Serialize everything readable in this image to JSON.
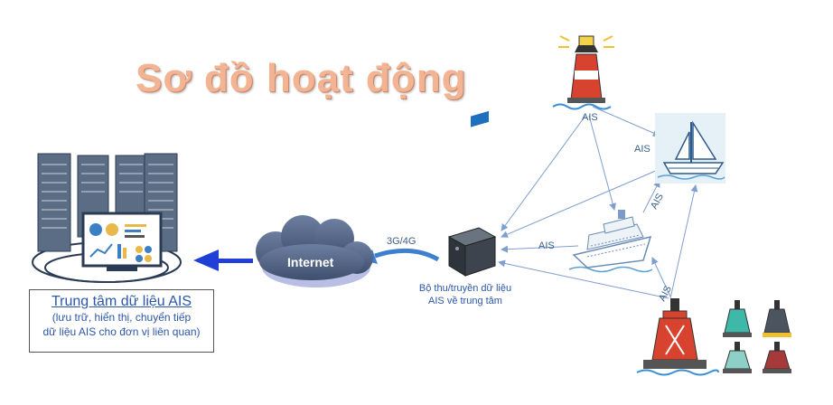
{
  "title": "Sơ đồ hoạt động",
  "data_center": {
    "title": "Trung tâm dữ liệu AIS",
    "desc_line1": "(lưu trữ, hiển thị, chuyển tiếp",
    "desc_line2": "dữ liệu AIS cho đơn vị liên quan)"
  },
  "internet_label": "Internet",
  "network_label": "3G/4G",
  "device_caption": {
    "line1": "Bộ thu/truyền dữ liệu",
    "line2": "AIS về trung tâm"
  },
  "ais_labels": [
    "AIS",
    "AIS",
    "AIS",
    "AIS",
    "AIS"
  ],
  "colors": {
    "title": "#f2b493",
    "arrow_blue": "#1f3fd6",
    "link_lines": "#7f9fd0",
    "text_blue": "#2c56a8",
    "buoy_red": "#d8432f",
    "buoy_teal": "#3fb7a9",
    "buoy_dark": "#4a5560",
    "cloud": "#5a6d8e"
  }
}
